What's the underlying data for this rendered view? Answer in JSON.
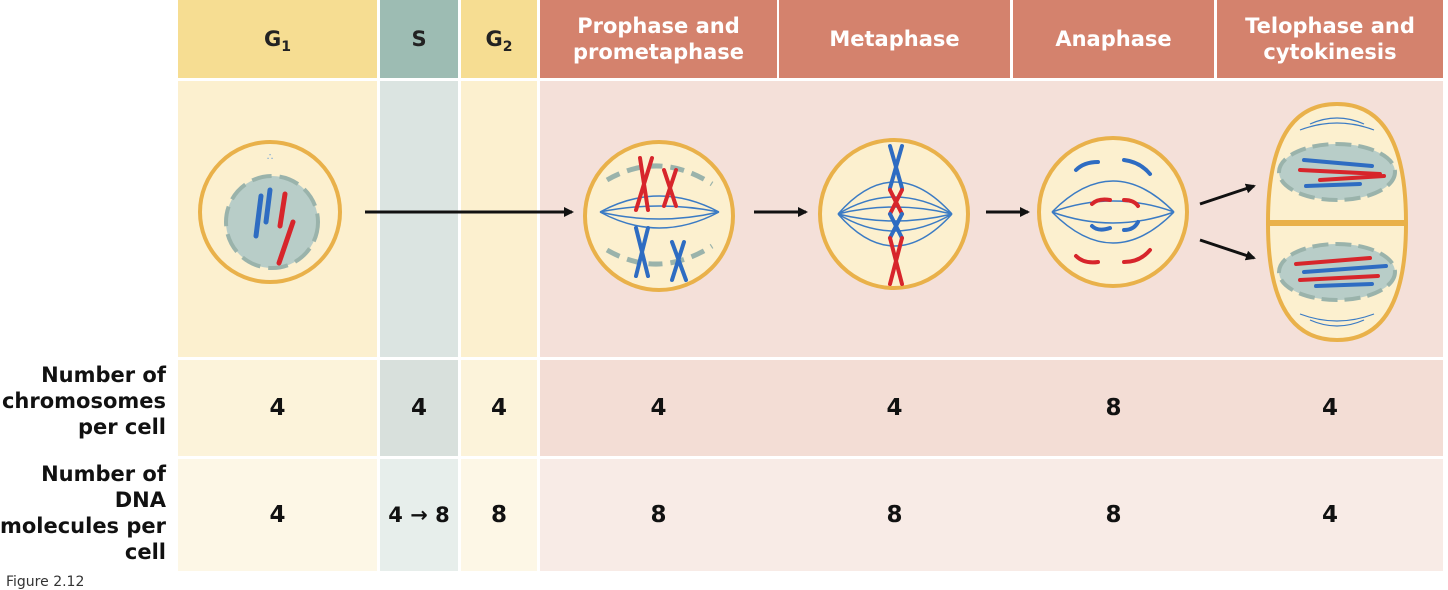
{
  "phases": [
    {
      "id": "g1",
      "label_main": "G",
      "label_sub": "1",
      "chromosomes": "4",
      "dna": "4"
    },
    {
      "id": "s",
      "label_main": "S",
      "label_sub": "",
      "chromosomes": "4",
      "dna": "4 → 8"
    },
    {
      "id": "g2",
      "label_main": "G",
      "label_sub": "2",
      "chromosomes": "4",
      "dna": "8"
    },
    {
      "id": "prophase",
      "label_main": "Prophase and prometaphase",
      "label_sub": "",
      "chromosomes": "4",
      "dna": "8"
    },
    {
      "id": "metaphase",
      "label_main": "Metaphase",
      "label_sub": "",
      "chromosomes": "4",
      "dna": "8"
    },
    {
      "id": "anaphase",
      "label_main": "Anaphase",
      "label_sub": "",
      "chromosomes": "8",
      "dna": "8"
    },
    {
      "id": "telophase",
      "label_main": "Telophase and cytokinesis",
      "label_sub": "",
      "chromosomes": "4",
      "dna": "4"
    }
  ],
  "row_labels": {
    "chromosomes": "Number of chromosomes per cell",
    "dna": "Number of DNA molecules per cell"
  },
  "caption": "Figure 2.12",
  "colors": {
    "interphase_header": "#f6dd92",
    "interphase_body": "#fcf0cf",
    "interphase_row": "#fcf3da",
    "interphase_row2": "#fdf7e6",
    "s_header": "#9dbcb3",
    "s_body": "#dbe4e1",
    "s_row": "#d8e0dc",
    "s_row2": "#e7eeeb",
    "mitotic_header": "#d4826d",
    "mitotic_body": "#f4e0d9",
    "mitotic_row": "#f3ddd5",
    "mitotic_row2": "#f8ebe6",
    "chromosome_red": "#d7252b",
    "chromosome_blue": "#2e6cc2",
    "cell_outline": "#e9b14a",
    "nucleus_fill": "#b8cdc8",
    "nucleus_edge": "#9ab3ab",
    "spindle": "#3b7bc4"
  }
}
